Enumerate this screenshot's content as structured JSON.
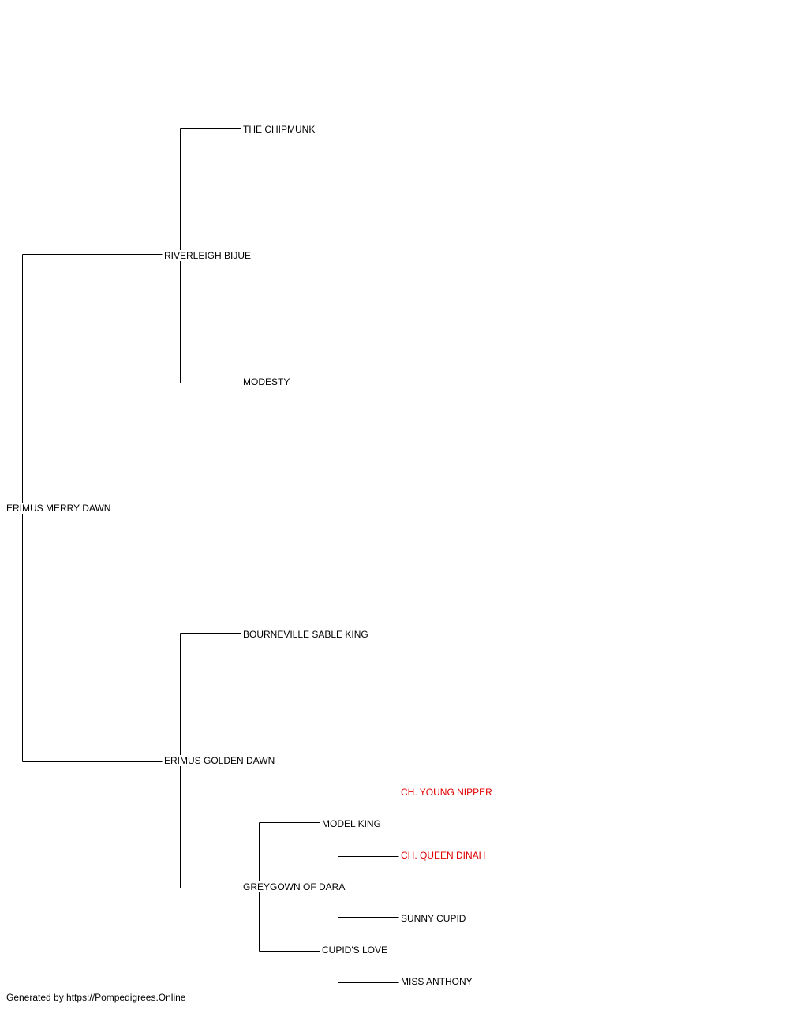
{
  "pedigree": {
    "subject": "ERIMUS MERRY DAWN",
    "sire": "RIVERLEIGH BIJUE",
    "sire_sire": "THE CHIPMUNK",
    "sire_dam": "MODESTY",
    "dam": "ERIMUS GOLDEN DAWN",
    "dam_sire": "BOURNEVILLE SABLE KING",
    "dam_dam": "GREYGOWN OF DARA",
    "dam_dam_sire": "MODEL KING",
    "dam_dam_sire_sire": "CH. YOUNG NIPPER",
    "dam_dam_sire_dam": "CH. QUEEN DINAH",
    "dam_dam_dam": "CUPID'S LOVE",
    "dam_dam_dam_sire": "SUNNY CUPID",
    "dam_dam_dam_dam": "MISS ANTHONY"
  },
  "colors": {
    "text": "#000000",
    "champion_text": "#e00000",
    "connector": "#000000"
  },
  "footer": {
    "text": "Generated by https://Pompedigrees.Online"
  }
}
